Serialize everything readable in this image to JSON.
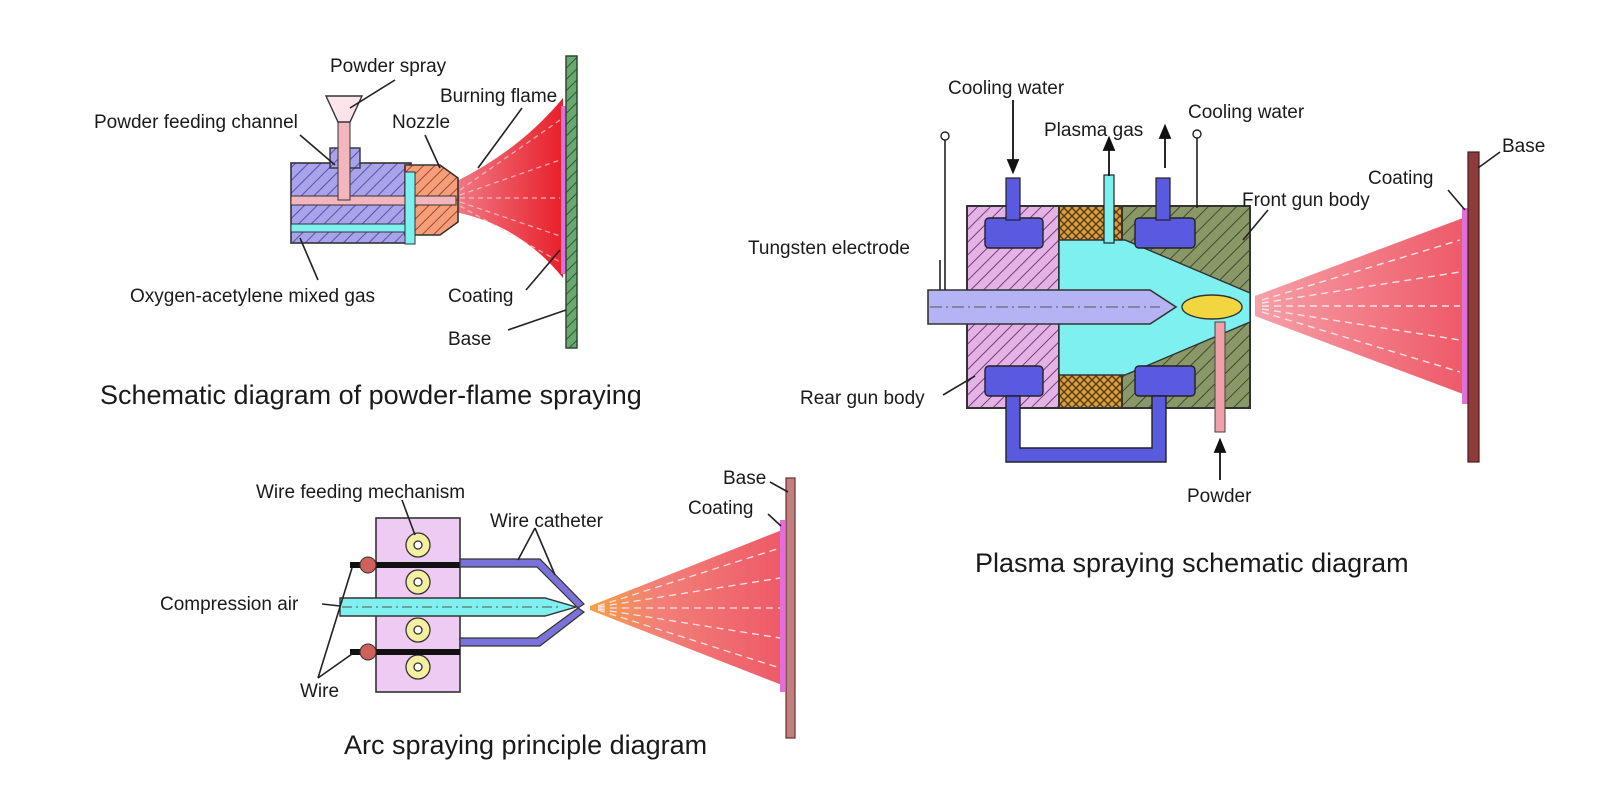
{
  "powder_flame": {
    "caption": "Schematic diagram of powder-flame spraying",
    "labels": {
      "powder_spray": "Powder spray",
      "burning_flame": "Burning flame",
      "powder_feeding_channel": "Powder feeding channel",
      "nozzle": "Nozzle",
      "oxygen_acetylene": "Oxygen-acetylene mixed gas",
      "coating": "Coating",
      "base": "Base"
    }
  },
  "plasma": {
    "caption": "Plasma spraying schematic diagram",
    "labels": {
      "cooling_water_1": "Cooling water",
      "cooling_water_2": "Cooling water",
      "plasma_gas": "Plasma gas",
      "base": "Base",
      "coating": "Coating",
      "front_gun_body": "Front gun body",
      "tungsten_electrode": "Tungsten electrode",
      "rear_gun_body": "Rear gun body",
      "powder": "Powder"
    }
  },
  "arc": {
    "caption": "Arc spraying principle diagram",
    "labels": {
      "wire_feeding_mechanism": "Wire feeding mechanism",
      "wire_catheter": "Wire catheter",
      "base": "Base",
      "coating": "Coating",
      "compression_air": "Compression air",
      "wire": "Wire"
    }
  },
  "colors": {
    "spray": "#f0606a",
    "flame_core": "#e8252c",
    "gun_purple": "#a8a0e8",
    "cyan": "#7ff0f0",
    "olive": "#7d8b5e",
    "substrate_green": "#5a9a62",
    "substrate_brown": "#8e3b3b",
    "wire_yellow": "#f4f0a0"
  }
}
